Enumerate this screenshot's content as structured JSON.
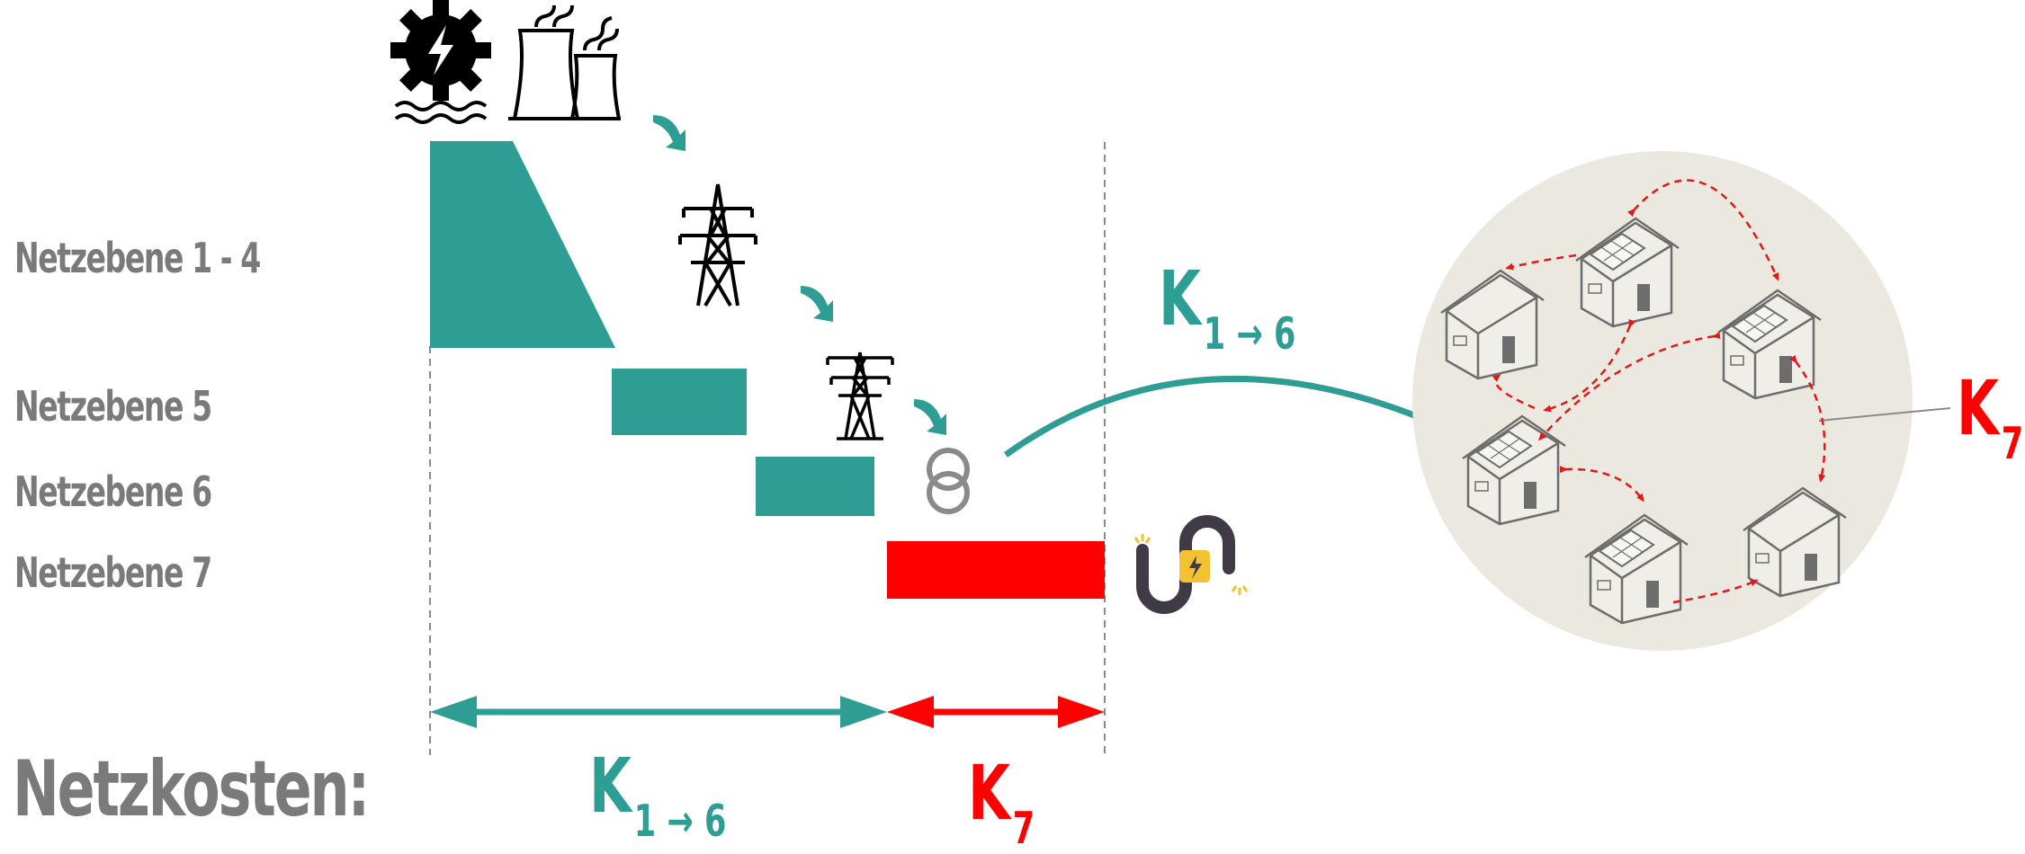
{
  "levels": {
    "l1_4": "Netzebene 1 - 4",
    "l5": "Netzebene 5",
    "l6": "Netzebene 6",
    "l7": "Netzebene 7"
  },
  "costs": {
    "title": "Netzkosten:",
    "k16": {
      "base": "K",
      "sub": "1 → 6"
    },
    "k7": {
      "base": "K",
      "sub": "7"
    }
  },
  "colors": {
    "teal": "#2e9e94",
    "red": "#ff0000",
    "gray": "#7a7a7a",
    "circle": "#ebe9df"
  },
  "icons": [
    "hydro-power-icon",
    "cooling-tower-icon",
    "high-voltage-pylon-icon",
    "medium-voltage-pylon-icon",
    "transformer-icon",
    "cable-connector-icon",
    "house-icon"
  ]
}
